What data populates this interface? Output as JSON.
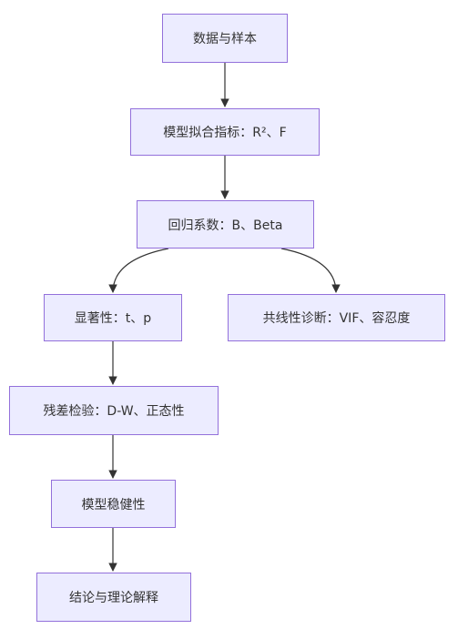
{
  "flowchart": {
    "nodes": {
      "data_sample": "数据与样本",
      "model_fit": "模型拟合指标：R²、F",
      "regression_coef": "回归系数：B、Beta",
      "significance": "显著性：t、p",
      "collinearity": "共线性诊断：VIF、容忍度",
      "residual_test": "残差检验：D-W、正态性",
      "robustness": "模型稳健性",
      "conclusion": "结论与理论解释"
    },
    "edges": [
      {
        "from": "data_sample",
        "to": "model_fit"
      },
      {
        "from": "model_fit",
        "to": "regression_coef"
      },
      {
        "from": "regression_coef",
        "to": "significance"
      },
      {
        "from": "regression_coef",
        "to": "collinearity"
      },
      {
        "from": "significance",
        "to": "residual_test"
      },
      {
        "from": "residual_test",
        "to": "robustness"
      },
      {
        "from": "robustness",
        "to": "conclusion"
      }
    ]
  },
  "colors": {
    "node_fill": "#ececff",
    "node_border": "#9370db",
    "text": "#333333",
    "edge": "#333333"
  }
}
